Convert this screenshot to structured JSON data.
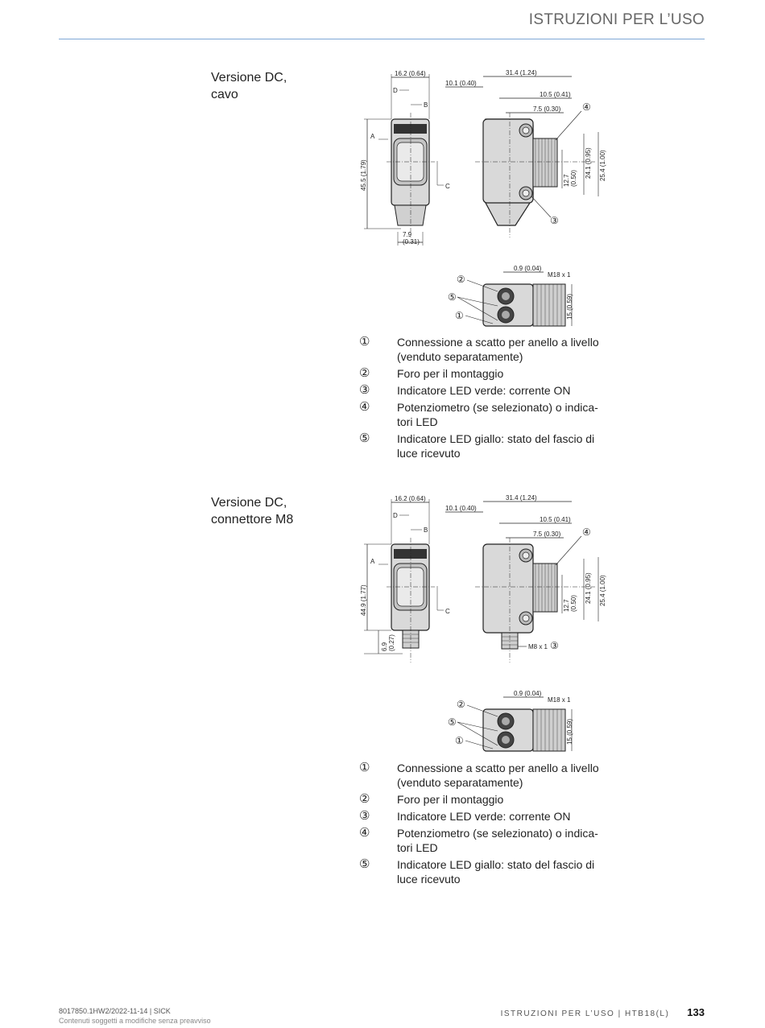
{
  "header": {
    "title": "ISTRUZIONI PER L’USO"
  },
  "sections": [
    {
      "label": "Versione DC,\ncavo",
      "front": {
        "width": "16.2 (0.64)",
        "height": "45.5 (1.79)",
        "bottom": "7.9\n(0.31)",
        "labels": [
          "D",
          "B",
          "A",
          "C"
        ]
      },
      "side": {
        "total": "31.4 (1.24)",
        "d1": "10.1 (0.40)",
        "d2": "10.5 (0.41)",
        "d3": "7.5 (0.30)",
        "v1": "12.7\n(0.50)",
        "v2": "24.1 (0.95)",
        "v3": "25.4 (1.00)",
        "extra": ""
      },
      "top": {
        "dim": "0.9 (0.04)",
        "thread": "M18 x 1",
        "height": "15 (0.59)"
      }
    },
    {
      "label": "Versione DC,\nconnettore M8",
      "front": {
        "width": "16.2 (0.64)",
        "height": "44.9 (1.77)",
        "bottom": "6.9\n(0.27)",
        "labels": [
          "D",
          "B",
          "A",
          "C"
        ]
      },
      "side": {
        "total": "31.4 (1.24)",
        "d1": "10.1 (0.40)",
        "d2": "10.5 (0.41)",
        "d3": "7.5 (0.30)",
        "v1": "12.7\n(0.50)",
        "v2": "24.1 (0.95)",
        "v3": "25.4 (1.00)",
        "extra": "M8 x 1"
      },
      "top": {
        "dim": "0.9 (0.04)",
        "thread": "M18 x 1",
        "height": "15 (0.59)"
      }
    }
  ],
  "callouts": [
    "①",
    "②",
    "③",
    "④",
    "⑤"
  ],
  "legend": [
    {
      "num": "①",
      "text": "Connessione a scatto per anello a livello\n(venduto separatamente)"
    },
    {
      "num": "②",
      "text": "Foro per il montaggio"
    },
    {
      "num": "③",
      "text": "Indicatore LED verde: corrente ON"
    },
    {
      "num": "④",
      "text": "Potenziometro (se selezionato) o indica-\ntori LED"
    },
    {
      "num": "⑤",
      "text": "Indicatore LED giallo: stato del fascio di\nluce ricevuto"
    }
  ],
  "footer": {
    "doc": "8017850.1HW2/2022-11-14 | SICK",
    "note": "Contenuti soggetti a modifiche senza preavviso",
    "right": "ISTRUZIONI PER L’USO | HTB18(L)",
    "page": "133"
  }
}
